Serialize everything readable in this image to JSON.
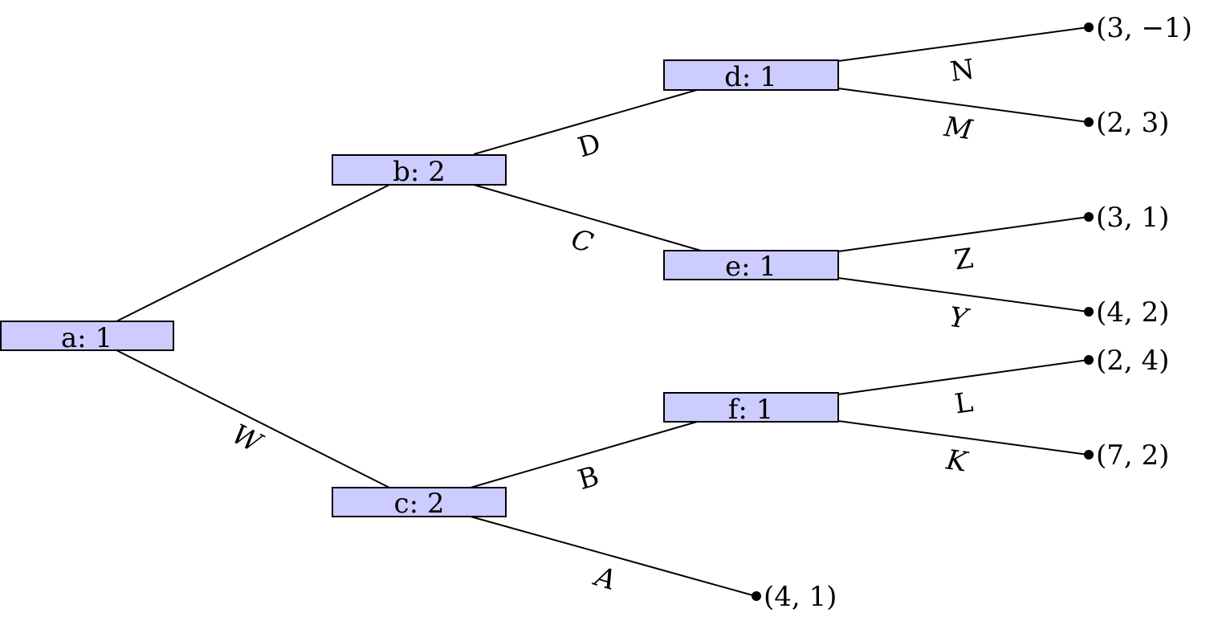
{
  "nodes": [
    {
      "id": "a",
      "label": "a:  1"
    },
    {
      "id": "b",
      "label": "b:  2"
    },
    {
      "id": "c",
      "label": "c:  2"
    },
    {
      "id": "d",
      "label": "d:  1"
    },
    {
      "id": "e",
      "label": "e:  1"
    },
    {
      "id": "f",
      "label": "f:  1"
    }
  ],
  "edges": [
    {
      "id": "ab",
      "label": ""
    },
    {
      "id": "ac",
      "label": "W"
    },
    {
      "id": "bd",
      "label": "D"
    },
    {
      "id": "be",
      "label": "C"
    },
    {
      "id": "cf",
      "label": "B"
    },
    {
      "id": "c-leaf",
      "label": "A"
    },
    {
      "id": "d-leaf1",
      "label": "N"
    },
    {
      "id": "d-leaf2",
      "label": "M"
    },
    {
      "id": "e-leaf1",
      "label": "Z"
    },
    {
      "id": "e-leaf2",
      "label": "Y"
    },
    {
      "id": "f-leaf1",
      "label": "L"
    },
    {
      "id": "f-leaf2",
      "label": "K"
    }
  ],
  "payoffs": [
    {
      "id": "leaf-dn",
      "label": "(3, −1)"
    },
    {
      "id": "leaf-dm",
      "label": "(2, 3)"
    },
    {
      "id": "leaf-ez",
      "label": "(3, 1)"
    },
    {
      "id": "leaf-ey",
      "label": "(4, 2)"
    },
    {
      "id": "leaf-fl",
      "label": "(2, 4)"
    },
    {
      "id": "leaf-fk",
      "label": "(7, 2)"
    },
    {
      "id": "leaf-ca",
      "label": "(4, 1)"
    }
  ]
}
